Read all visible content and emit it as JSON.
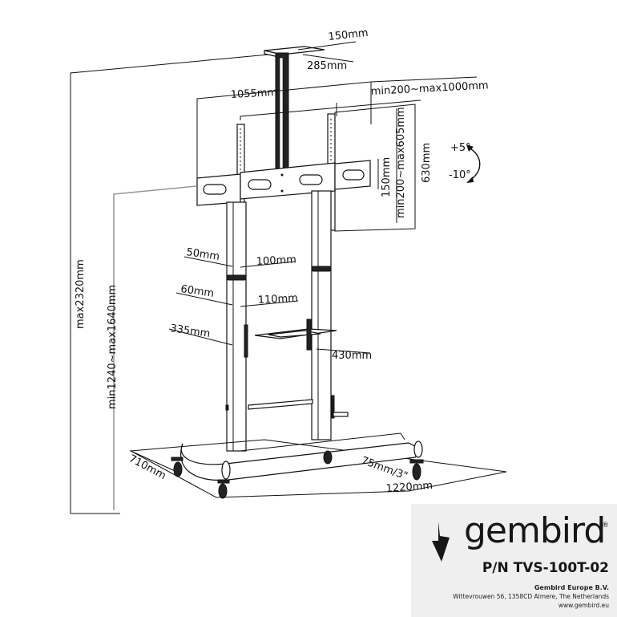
{
  "diagram": {
    "type": "product-dimension-drawing",
    "subject": "Mobile TV floor stand with ceiling-height pole, VESA mount, shelf and casters",
    "dimensions": {
      "top_plate_width": "150mm",
      "top_plate_depth": "285mm",
      "mount_total_width": "1055mm",
      "vesa_horizontal": "min200~max1000mm",
      "vesa_vertical": "min200~max605mm",
      "plate_height_150": "150mm",
      "mount_height": "630mm",
      "tilt_up": "+5°",
      "tilt_down": "-10°",
      "pole_inner_depth": "50mm",
      "pole_inner_width": "100mm",
      "pole_outer_depth": "60mm",
      "pole_outer_width": "110mm",
      "shelf_depth": "335mm",
      "shelf_width": "430mm",
      "max_height": "max2320mm",
      "mount_height_range": "min1240~max1640mm",
      "base_depth": "710mm",
      "caster_size": "75mm/3\"",
      "base_width": "1220mm"
    },
    "colors": {
      "line": "#111111",
      "dimension_gray": "#999999",
      "label_background": "#efefef"
    }
  },
  "brand": {
    "name": "gembird",
    "registered_mark": "®",
    "logo_icon": "arrow-bolt-icon",
    "part_number": "P/N TVS-100T-02",
    "company": "Gembird Europe B.V.",
    "address": "Wittevrouwen 56, 1358CD Almere, The Netherlands",
    "website": "www.gembird.eu"
  }
}
